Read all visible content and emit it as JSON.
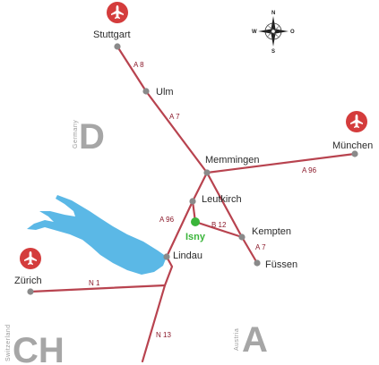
{
  "colors": {
    "road": "#b8434f",
    "lake": "#5bb8e6",
    "city_dot": "#8a8a8a",
    "home_dot": "#3ab53a",
    "airport": "#d43c3c",
    "country_text": "#a6a6a6"
  },
  "cities": {
    "stuttgart": "Stuttgart",
    "ulm": "Ulm",
    "memmingen": "Memmingen",
    "leutkirch": "Leutkirch",
    "kempten": "Kempten",
    "fussen": "Füssen",
    "lindau": "Lindau",
    "munchen": "München",
    "zurich": "Zürich",
    "isny": "Isny"
  },
  "roads": {
    "a8": "A 8",
    "a7_north": "A 7",
    "a96_east": "A 96",
    "a96_west": "A 96",
    "b12": "B 12",
    "a7_south": "A 7",
    "n1": "N 1",
    "n13": "N 13"
  },
  "countries": {
    "germany_name": "Germany",
    "germany_abbr": "D",
    "switzerland_name": "Switzerland",
    "switzerland_abbr": "CH",
    "austria_name": "Austria",
    "austria_abbr": "A"
  },
  "compass": {
    "n": "N",
    "s": "S",
    "w": "W",
    "o": "O"
  },
  "airports": [
    "stuttgart",
    "munchen",
    "zurich"
  ]
}
